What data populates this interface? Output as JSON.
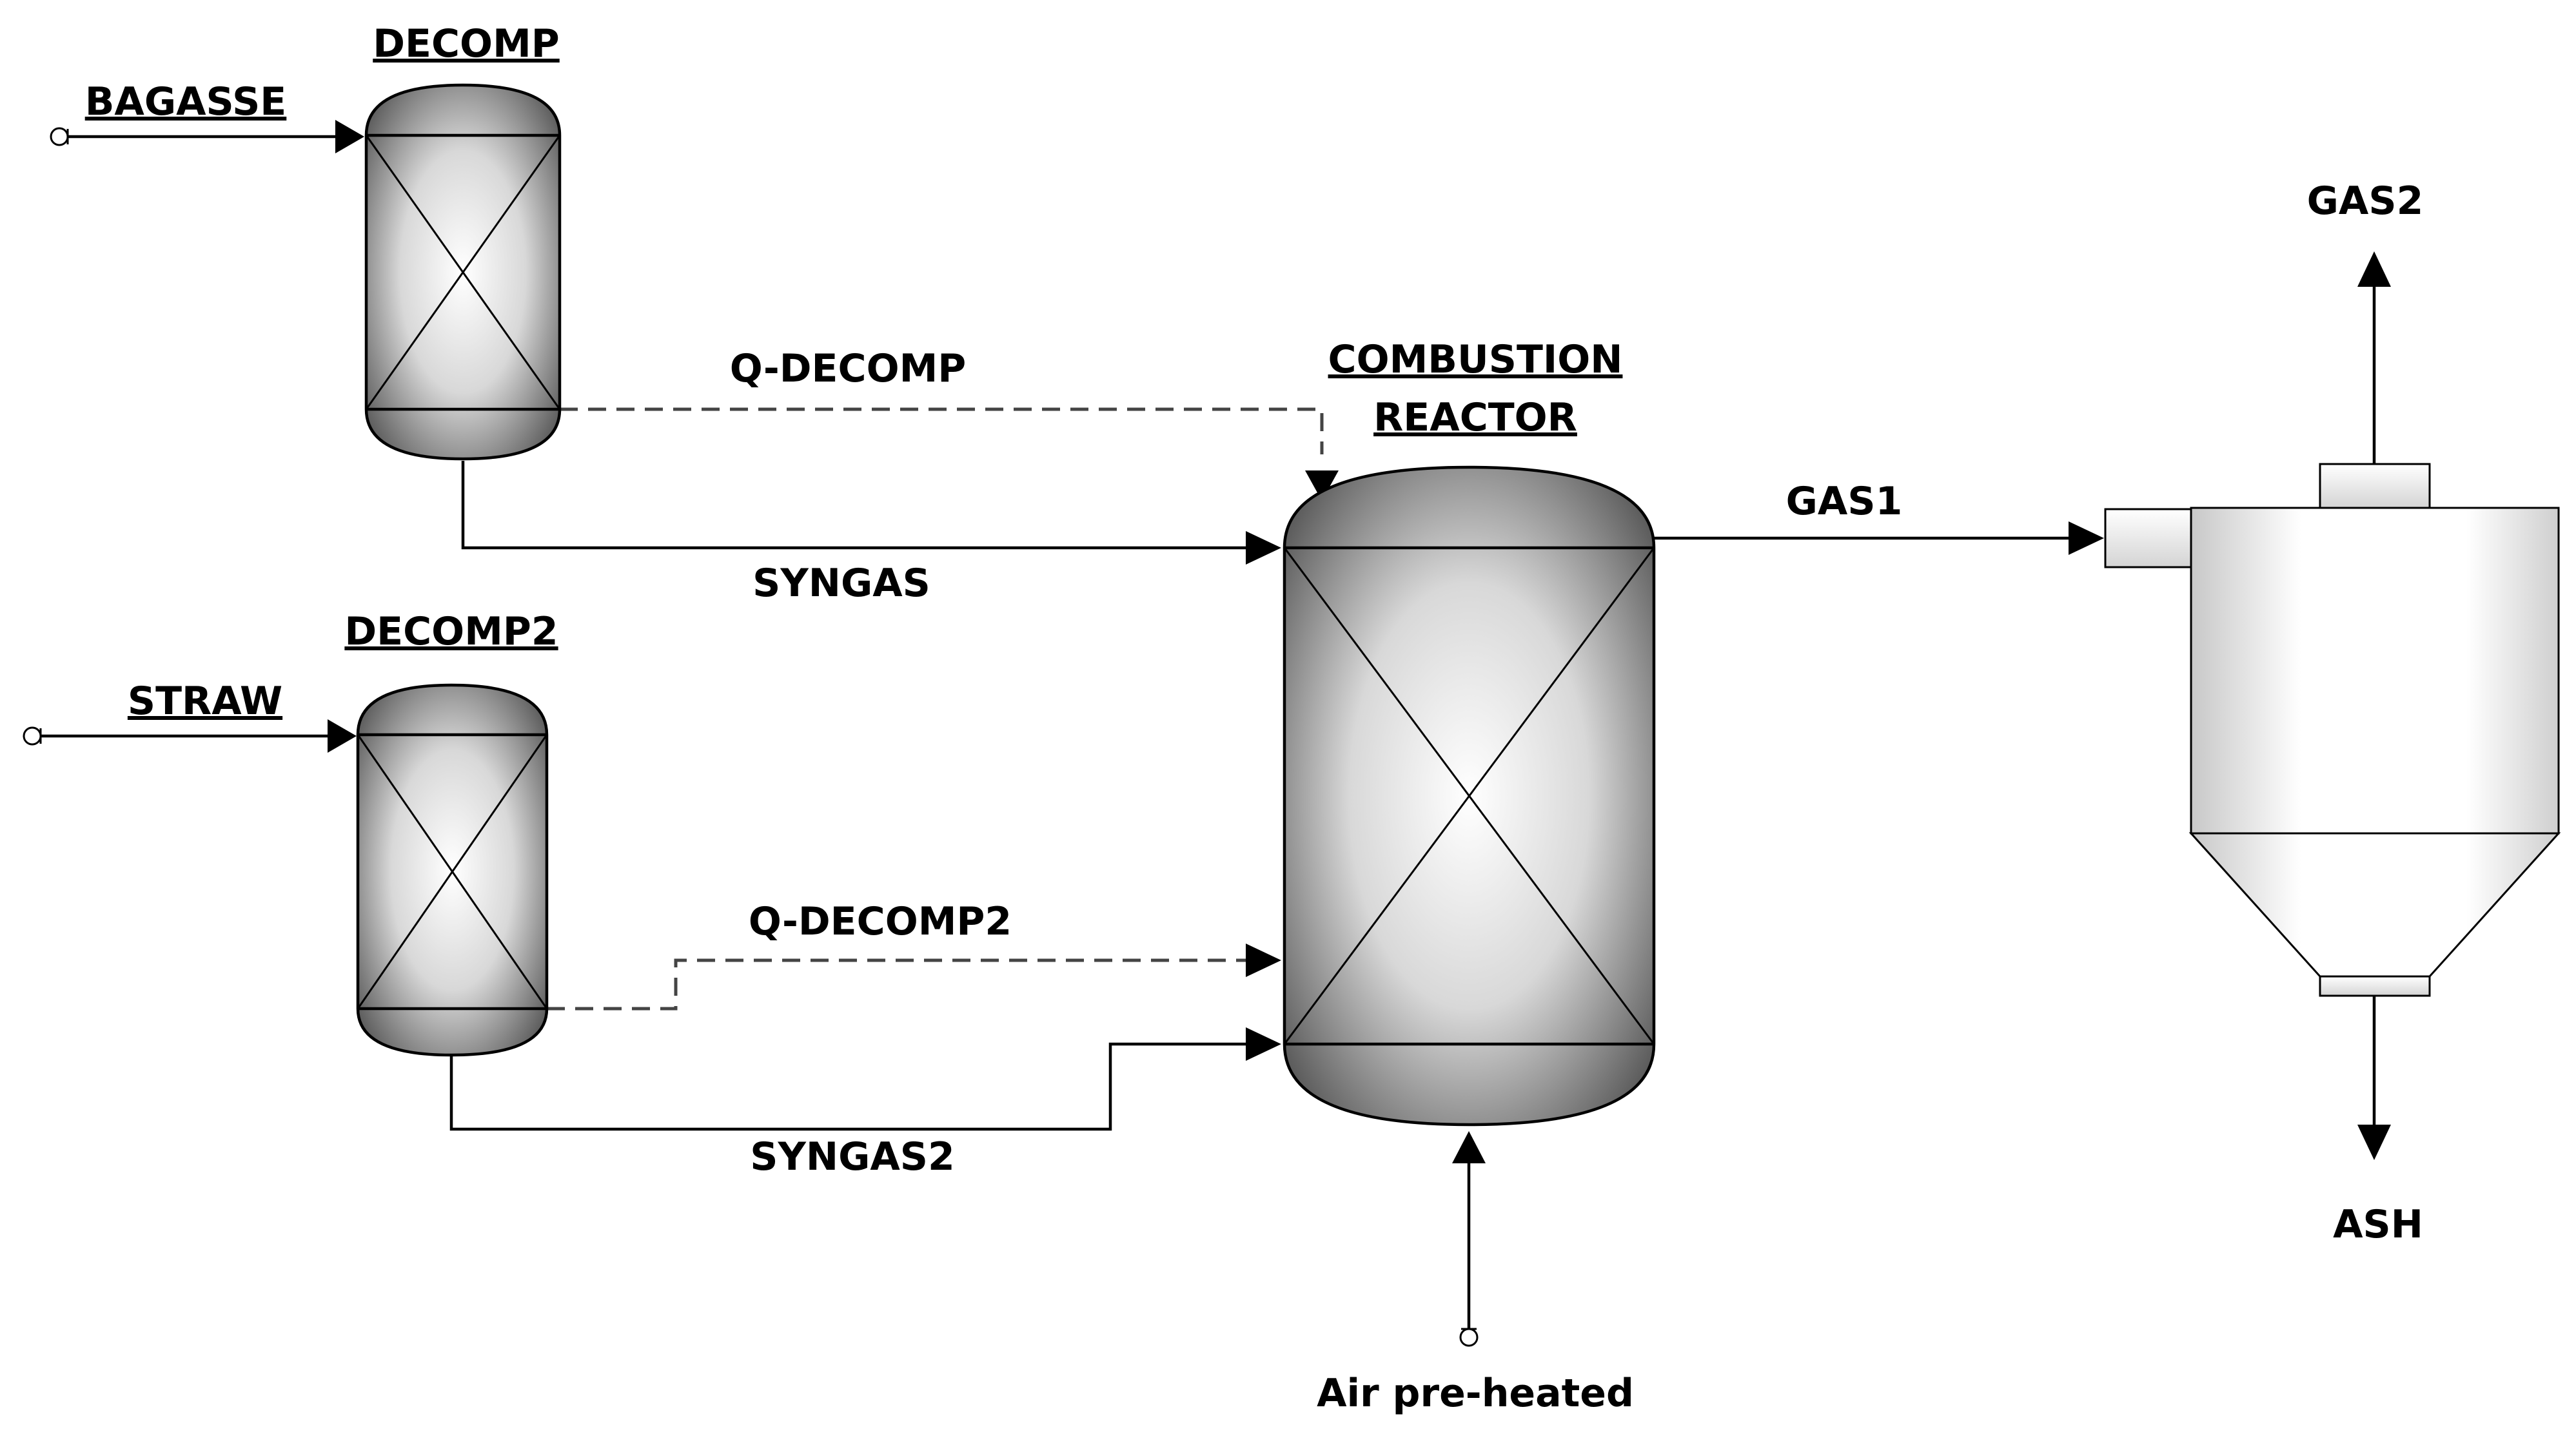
{
  "equipment": {
    "decomp": "DECOMP",
    "decomp2": "DECOMP2",
    "reactor_line1": "COMBUSTION",
    "reactor_line2": "REACTOR"
  },
  "streams": {
    "bagasse": "BAGASSE",
    "straw": "STRAW",
    "q_decomp": "Q-DECOMP",
    "q_decomp2": "Q-DECOMP2",
    "syngas": "SYNGAS",
    "syngas2": "SYNGAS2",
    "gas1": "GAS1",
    "gas2": "GAS2",
    "ash": "ASH",
    "air": "Air pre-heated"
  },
  "colors": {
    "stroke": "#000000",
    "heat_stream": "#444444",
    "vessel_light": "#ffffff",
    "vessel_dark": "#3a3a3a",
    "cyclone_light": "#ffffff",
    "cyclone_dark": "#c8c8c8"
  }
}
